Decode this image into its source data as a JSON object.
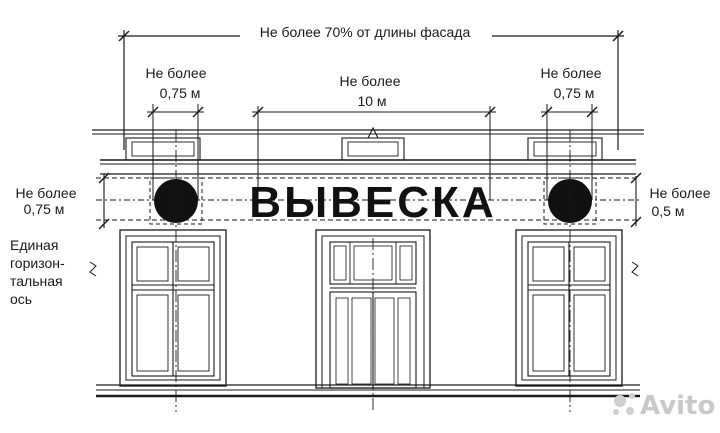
{
  "labels": {
    "facade_width": "Не более 70% от длины фасада",
    "left_circle_1": "Не более",
    "left_circle_2": "0,75 м",
    "sign_width_1": "Не более",
    "sign_width_2": "10 м",
    "right_circle_1": "Не более",
    "right_circle_2": "0,75 м",
    "left_height_1": "Не более",
    "left_height_2": "0,75 м",
    "right_height_1": "Не более",
    "right_height_2": "0,5 м",
    "axis_1": "Единая",
    "axis_2": "горизон-",
    "axis_3": "тальная",
    "axis_4": "ось"
  },
  "sign_text": "ВЫВЕСКА",
  "watermark": "Avito"
}
